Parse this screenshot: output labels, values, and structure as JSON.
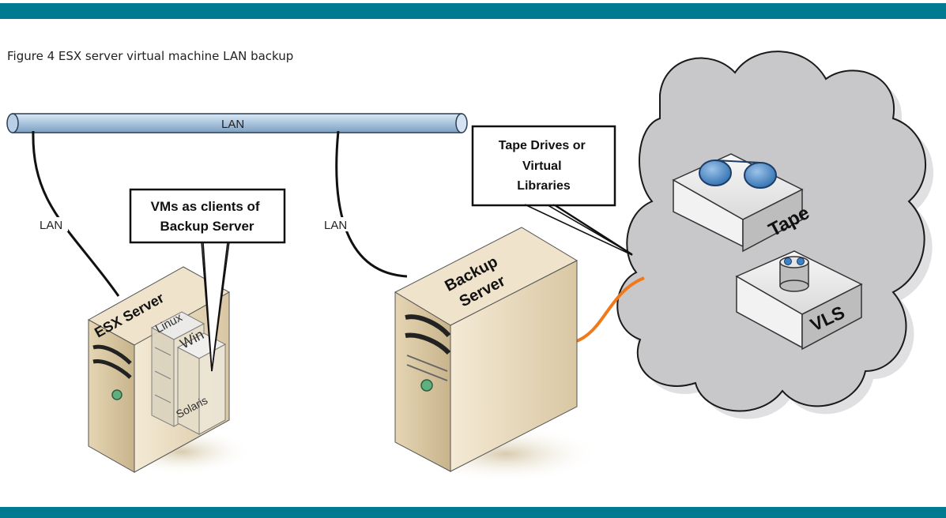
{
  "caption": "Figure 4 ESX server virtual machine LAN backup",
  "colors": {
    "header_bar": "#007A90",
    "footer_bar": "#007A90",
    "lan_pipe": "#A9C4DE",
    "cloud": "#C8C8CA",
    "server_body": "#E9DBBF",
    "fiber_cable": "#F07A1A",
    "device_lens": "#4F8FCF"
  },
  "diagram": {
    "lan_bus_label": "LAN",
    "lan_link_left_label": "LAN",
    "lan_link_mid_label": "LAN",
    "esx_server_label": "ESX Server",
    "vm_labels": [
      "Linux",
      "Win",
      "Solaris"
    ],
    "callout_vms": [
      "VMs as clients of",
      "Backup Server"
    ],
    "backup_server_label": [
      "Backup",
      "Server"
    ],
    "callout_storage": [
      "Tape Drives or",
      "Virtual",
      "Libraries"
    ],
    "tape_label": "Tape",
    "vls_label": "VLS"
  }
}
